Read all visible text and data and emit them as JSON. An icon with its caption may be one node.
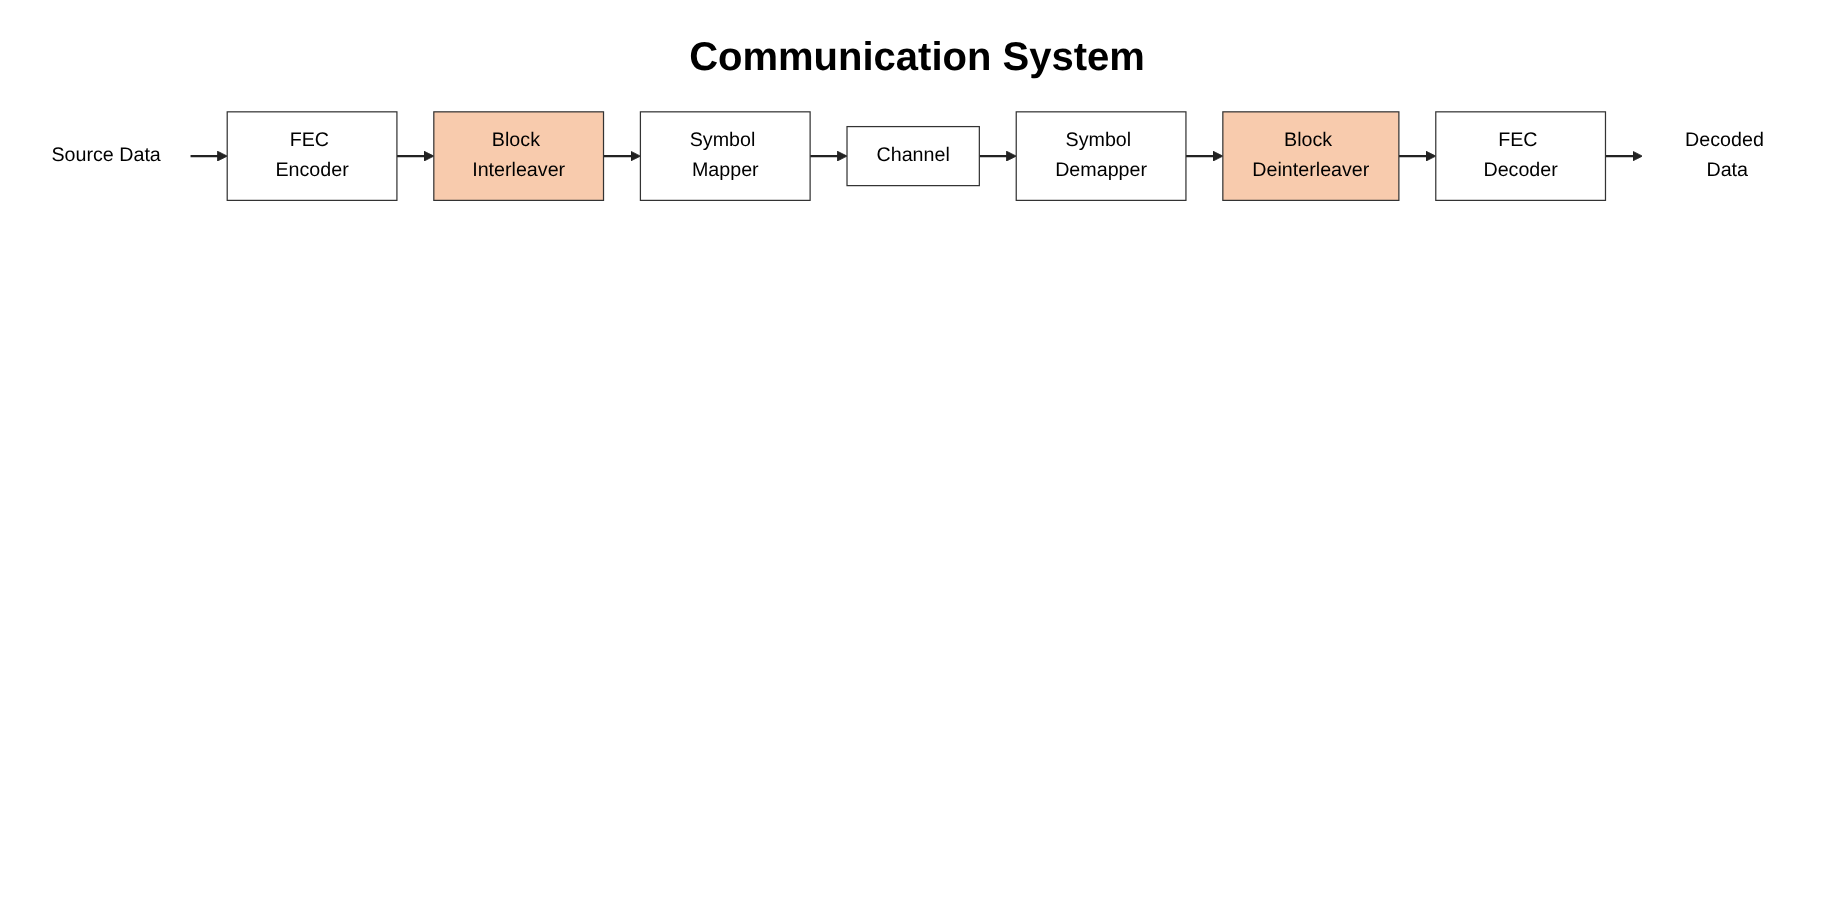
{
  "diagram": {
    "title": "Communication System",
    "nodes": [
      {
        "text": [
          "Source Data"
        ]
      },
      {
        "text": [
          "FEC Encoder"
        ]
      },
      {
        "text": [
          "Block Interleaver"
        ]
      },
      {
        "text": [
          "Symbol Mapper"
        ]
      },
      {
        "text": [
          "Channel"
        ]
      },
      {
        "text": [
          "Symbol Demapper"
        ]
      },
      {
        "text": [
          "Block Deinterleaver"
        ]
      },
      {
        "text": [
          "FEC Decoder"
        ]
      },
      {
        "text": [
          "Decoded Data"
        ]
      }
    ],
    "edges": [
      {
        "from": 0,
        "to": 1,
        "arrow": "to"
      },
      {
        "from": 1,
        "to": 2,
        "arrow": "to"
      },
      {
        "from": 2,
        "to": 3,
        "arrow": "to"
      },
      {
        "from": 3,
        "to": 4,
        "arrow": "to"
      },
      {
        "from": 4,
        "to": 5,
        "arrow": "to"
      },
      {
        "from": 5,
        "to": 6,
        "arrow": "to"
      },
      {
        "from": 6,
        "to": 7,
        "arrow": "to"
      },
      {
        "from": 7,
        "to": 8,
        "arrow": "to"
      }
    ]
  }
}
